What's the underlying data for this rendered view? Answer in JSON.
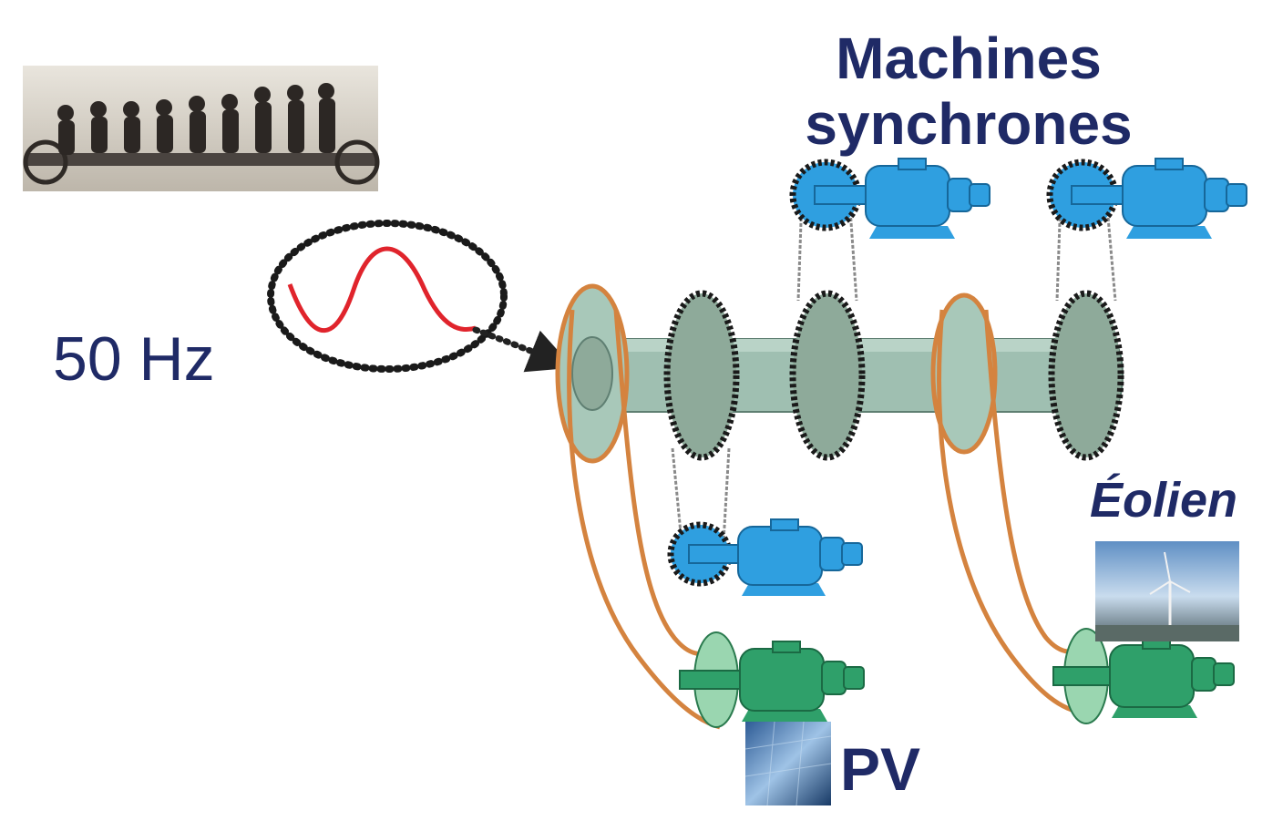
{
  "labels": {
    "title_line1": "Machines",
    "title_line2": "synchrones",
    "frequency": "50 Hz",
    "wind": "Éolien",
    "pv": "PV"
  },
  "colors": {
    "label": "#1f2a66",
    "shaft": "#9fbfb1",
    "sprocket": "#8eaa9a",
    "synchronous_machine": "#2f9fe0",
    "renewable_machine": "#2fa06a",
    "belt": "#d4833f",
    "sine_wave": "#e0242c"
  },
  "icons": {
    "photo": "tandem-cyclists-photo",
    "wave": "sine-wave-icon",
    "synchronous_machines": [
      "synchronous-machine-icon",
      "synchronous-machine-icon",
      "synchronous-machine-icon"
    ],
    "pv_machine": "green-generator-icon",
    "wind_machine": "green-generator-icon",
    "pv_image": "solar-panel-icon",
    "wind_image": "wind-turbine-icon"
  }
}
